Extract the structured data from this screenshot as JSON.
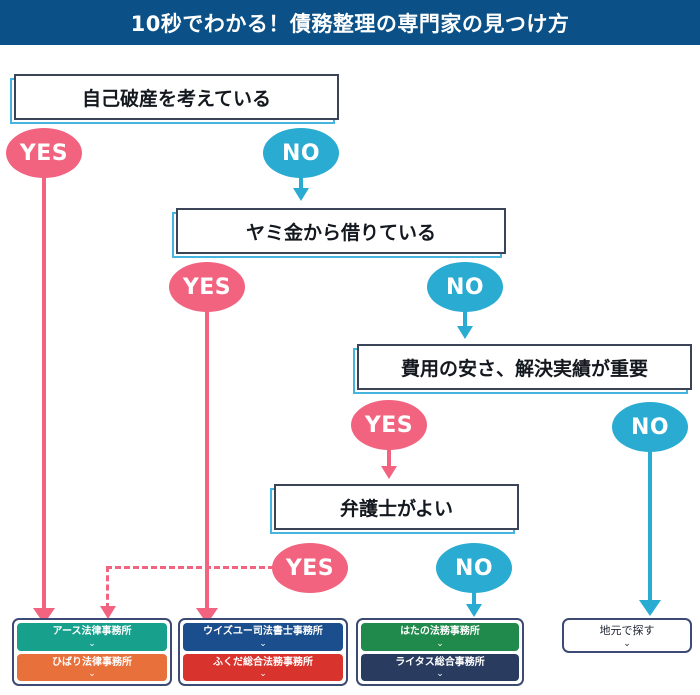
{
  "header": {
    "title": "10秒でわかる！債務整理の専門家の見つけ方",
    "background": "#0b5187"
  },
  "flow": {
    "decisions": [
      {
        "id": "d1",
        "label": "自己破産を考えている"
      },
      {
        "id": "d2",
        "label": "ヤミ金から借りている"
      },
      {
        "id": "d3",
        "label": "費用の安さ、解決実績が重要"
      },
      {
        "id": "d4",
        "label": "弁護士がよい"
      }
    ],
    "branch_labels": {
      "yes": "YES",
      "no": "NO"
    },
    "branches": [
      {
        "from": "d1",
        "answer": "YES",
        "label": "YES",
        "to": "アース法律事務所"
      },
      {
        "from": "d1",
        "answer": "NO",
        "label": "NO",
        "to": "d2"
      },
      {
        "from": "d2",
        "answer": "YES",
        "label": "YES",
        "to": "ウイズユー司法書士事務所"
      },
      {
        "from": "d2",
        "answer": "NO",
        "label": "NO",
        "to": "d3"
      },
      {
        "from": "d3",
        "answer": "YES",
        "label": "YES",
        "to": "d4"
      },
      {
        "from": "d3",
        "answer": "NO",
        "label": "NO",
        "to": "地元で探す"
      },
      {
        "from": "d4",
        "answer": "YES",
        "label": "YES",
        "to": "ウイズユー司法書士事務所 / アース法律事務所"
      },
      {
        "from": "d4",
        "answer": "NO",
        "label": "NO",
        "to": "はたの法務事務所"
      }
    ]
  },
  "results": {
    "chevron": "⌄",
    "groups": [
      {
        "id": "g1",
        "items": [
          {
            "label": "アース法律事務所",
            "color": "#17a08c",
            "style": "light"
          },
          {
            "label": "ひばり法律事務所",
            "color": "#e8703a",
            "style": "light"
          }
        ]
      },
      {
        "id": "g2",
        "items": [
          {
            "label": "ウイズユー司法書士事務所",
            "color": "#1a4e8c",
            "style": "light"
          },
          {
            "label": "ふくだ総合法務事務所",
            "color": "#d8332c",
            "style": "light"
          }
        ]
      },
      {
        "id": "g3",
        "items": [
          {
            "label": "はたの法務事務所",
            "color": "#1f8a4c",
            "style": "light"
          },
          {
            "label": "ライタス総合事務所",
            "color": "#293b5f",
            "style": "light"
          }
        ]
      },
      {
        "id": "g4",
        "items": [
          {
            "label": "地元で探す",
            "color": "#ffffff",
            "style": "plain"
          }
        ]
      }
    ]
  },
  "palette": {
    "yes": "#f2637f",
    "no": "#29abd2",
    "box_border": "#3a4456",
    "box_accent": "#46b5dd",
    "banner": "#0b5187"
  }
}
